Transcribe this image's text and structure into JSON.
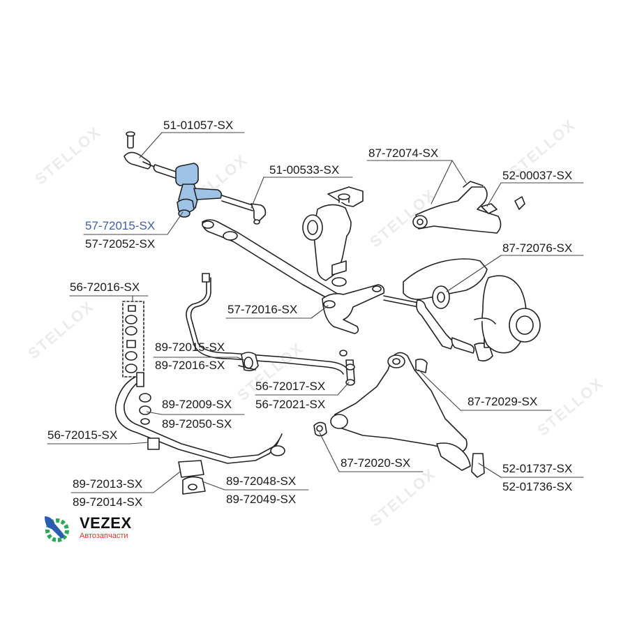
{
  "watermark": "STELLOX",
  "labels": [
    {
      "id": "l1",
      "text": "51-01057-SX"
    },
    {
      "id": "l2",
      "text": "51-00533-SX"
    },
    {
      "id": "l3",
      "text": "57-72015-SX",
      "highlight": true
    },
    {
      "id": "l4",
      "text": "57-72052-SX"
    },
    {
      "id": "l5",
      "text": "87-72074-SX"
    },
    {
      "id": "l6",
      "text": "52-00037-SX"
    },
    {
      "id": "l7",
      "text": "87-72076-SX"
    },
    {
      "id": "l8",
      "text": "56-72016-SX"
    },
    {
      "id": "l9",
      "text": "57-72016-SX"
    },
    {
      "id": "l10",
      "text": "89-72015-SX"
    },
    {
      "id": "l11",
      "text": "89-72016-SX"
    },
    {
      "id": "l12",
      "text": "56-72017-SX"
    },
    {
      "id": "l13",
      "text": "56-72021-SX"
    },
    {
      "id": "l14",
      "text": "89-72009-SX"
    },
    {
      "id": "l15",
      "text": "89-72050-SX"
    },
    {
      "id": "l16",
      "text": "87-72029-SX"
    },
    {
      "id": "l17",
      "text": "56-72015-SX"
    },
    {
      "id": "l18",
      "text": "87-72020-SX"
    },
    {
      "id": "l19",
      "text": "52-01737-SX"
    },
    {
      "id": "l20",
      "text": "52-01736-SX"
    },
    {
      "id": "l21",
      "text": "89-72048-SX"
    },
    {
      "id": "l22",
      "text": "89-72049-SX"
    },
    {
      "id": "l23",
      "text": "89-72013-SX"
    },
    {
      "id": "l24",
      "text": "89-72014-SX"
    }
  ],
  "brand": {
    "name": "VEZEX",
    "subtitle": "Автозапчасти",
    "gear_color": "#2aa85a",
    "wrench_color": "#2a5db0"
  },
  "colors": {
    "highlight": "#3d5fa8",
    "part_fill": "#9fc3e6"
  }
}
